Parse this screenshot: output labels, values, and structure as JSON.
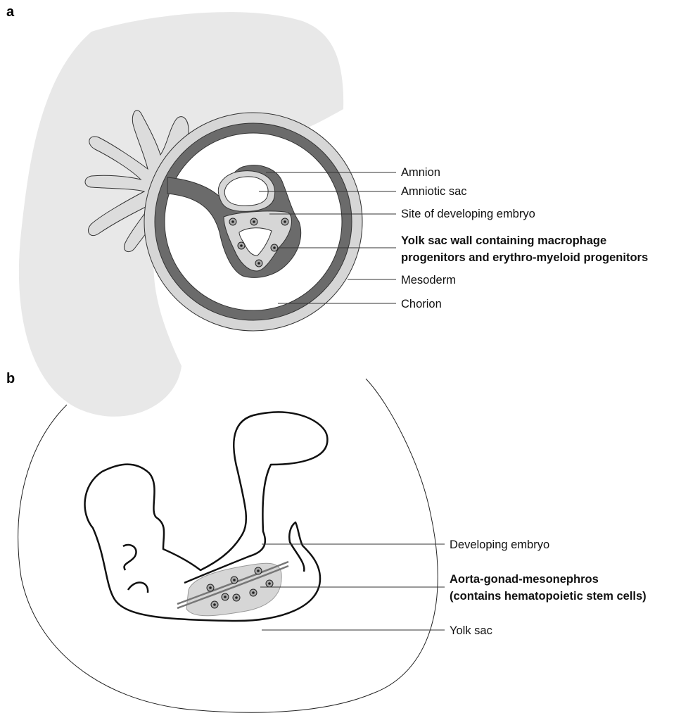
{
  "panels": {
    "a": {
      "letter": "a",
      "labels": {
        "amnion": "Amnion",
        "amniotic_sac": "Amniotic sac",
        "embryo_site": "Site of developing embryo",
        "yolk_sac_wall_line1": "Yolk sac wall containing macrophage",
        "yolk_sac_wall_line2": "progenitors and erythro-myeloid progenitors",
        "mesoderm": "Mesoderm",
        "chorion": "Chorion"
      }
    },
    "b": {
      "letter": "b",
      "labels": {
        "developing_embryo": "Developing embryo",
        "agm_line1": "Aorta-gonad-mesonephros",
        "agm_line2": "(contains hematopoietic stem cells)",
        "yolk_sac": "Yolk sac"
      }
    }
  },
  "colors": {
    "tissue_light": "#e8e8e8",
    "chorion_dark": "#6b6b6b",
    "mesoderm_light": "#d6d6d6",
    "cell_fill": "#a9a9a9",
    "outline": "#1a1a1a"
  }
}
